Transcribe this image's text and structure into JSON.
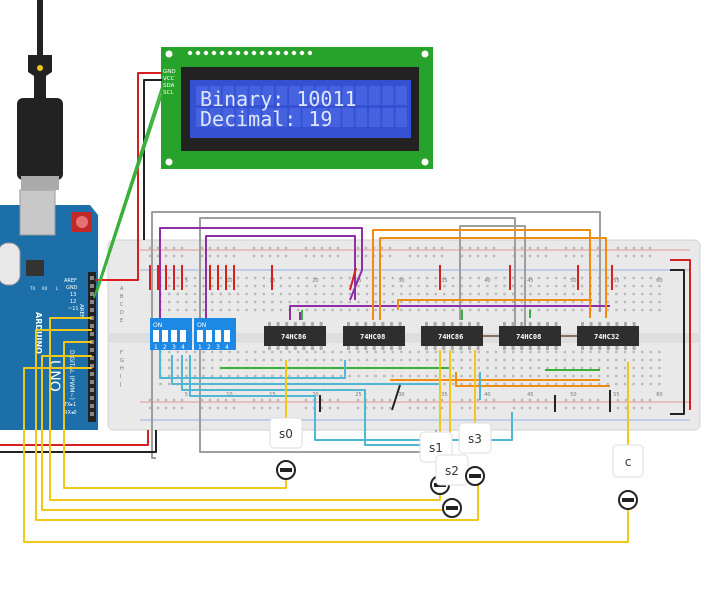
{
  "lcd": {
    "line1": "Binary: 10011",
    "line2": "Decimal: 19",
    "pins": [
      "GND",
      "VCC",
      "SDA",
      "SCL"
    ]
  },
  "chips": [
    "74HC86",
    "74HC08",
    "74HC86",
    "74HC08",
    "74HC32"
  ],
  "dip_switches": [
    {
      "label": "ON",
      "numbers": [
        "1",
        "2",
        "3",
        "4"
      ]
    },
    {
      "label": "ON",
      "numbers": [
        "1",
        "2",
        "3",
        "4"
      ]
    }
  ],
  "probes": [
    "s0",
    "s1",
    "s2",
    "s3",
    "c"
  ],
  "arduino": {
    "brand": "ARDUINO",
    "model": "UNO",
    "header_labels": [
      "AREF",
      "GND",
      "13",
      "12",
      "~11"
    ],
    "digital_label": "DIGITAL (PWM~)",
    "tx_rx": [
      "TX▸1",
      "RX◂0"
    ],
    "leds": [
      "TX",
      "RX",
      "L"
    ]
  },
  "breadboard": {
    "column_numbers": [
      "1",
      "5",
      "10",
      "15",
      "20",
      "25",
      "30",
      "35",
      "40",
      "45",
      "50",
      "55",
      "60"
    ],
    "row_letters_top": [
      "A",
      "B",
      "C",
      "D",
      "E"
    ],
    "row_letters_bottom": [
      "F",
      "G",
      "H",
      "I",
      "J"
    ]
  },
  "colors": {
    "lcd_board": "#27a22b",
    "lcd_screen": "#3550d1",
    "arduino": "#1c6fa8",
    "chip": "#2e2e2e",
    "dip": "#1e88e5",
    "wire_red": "#d71f1f",
    "wire_yellow": "#f1c81a",
    "wire_gray": "#9e9e9e",
    "wire_purple": "#8e2fa6",
    "wire_orange": "#f08c12",
    "wire_cyan": "#4fb7d4",
    "wire_green": "#3ab03a"
  }
}
